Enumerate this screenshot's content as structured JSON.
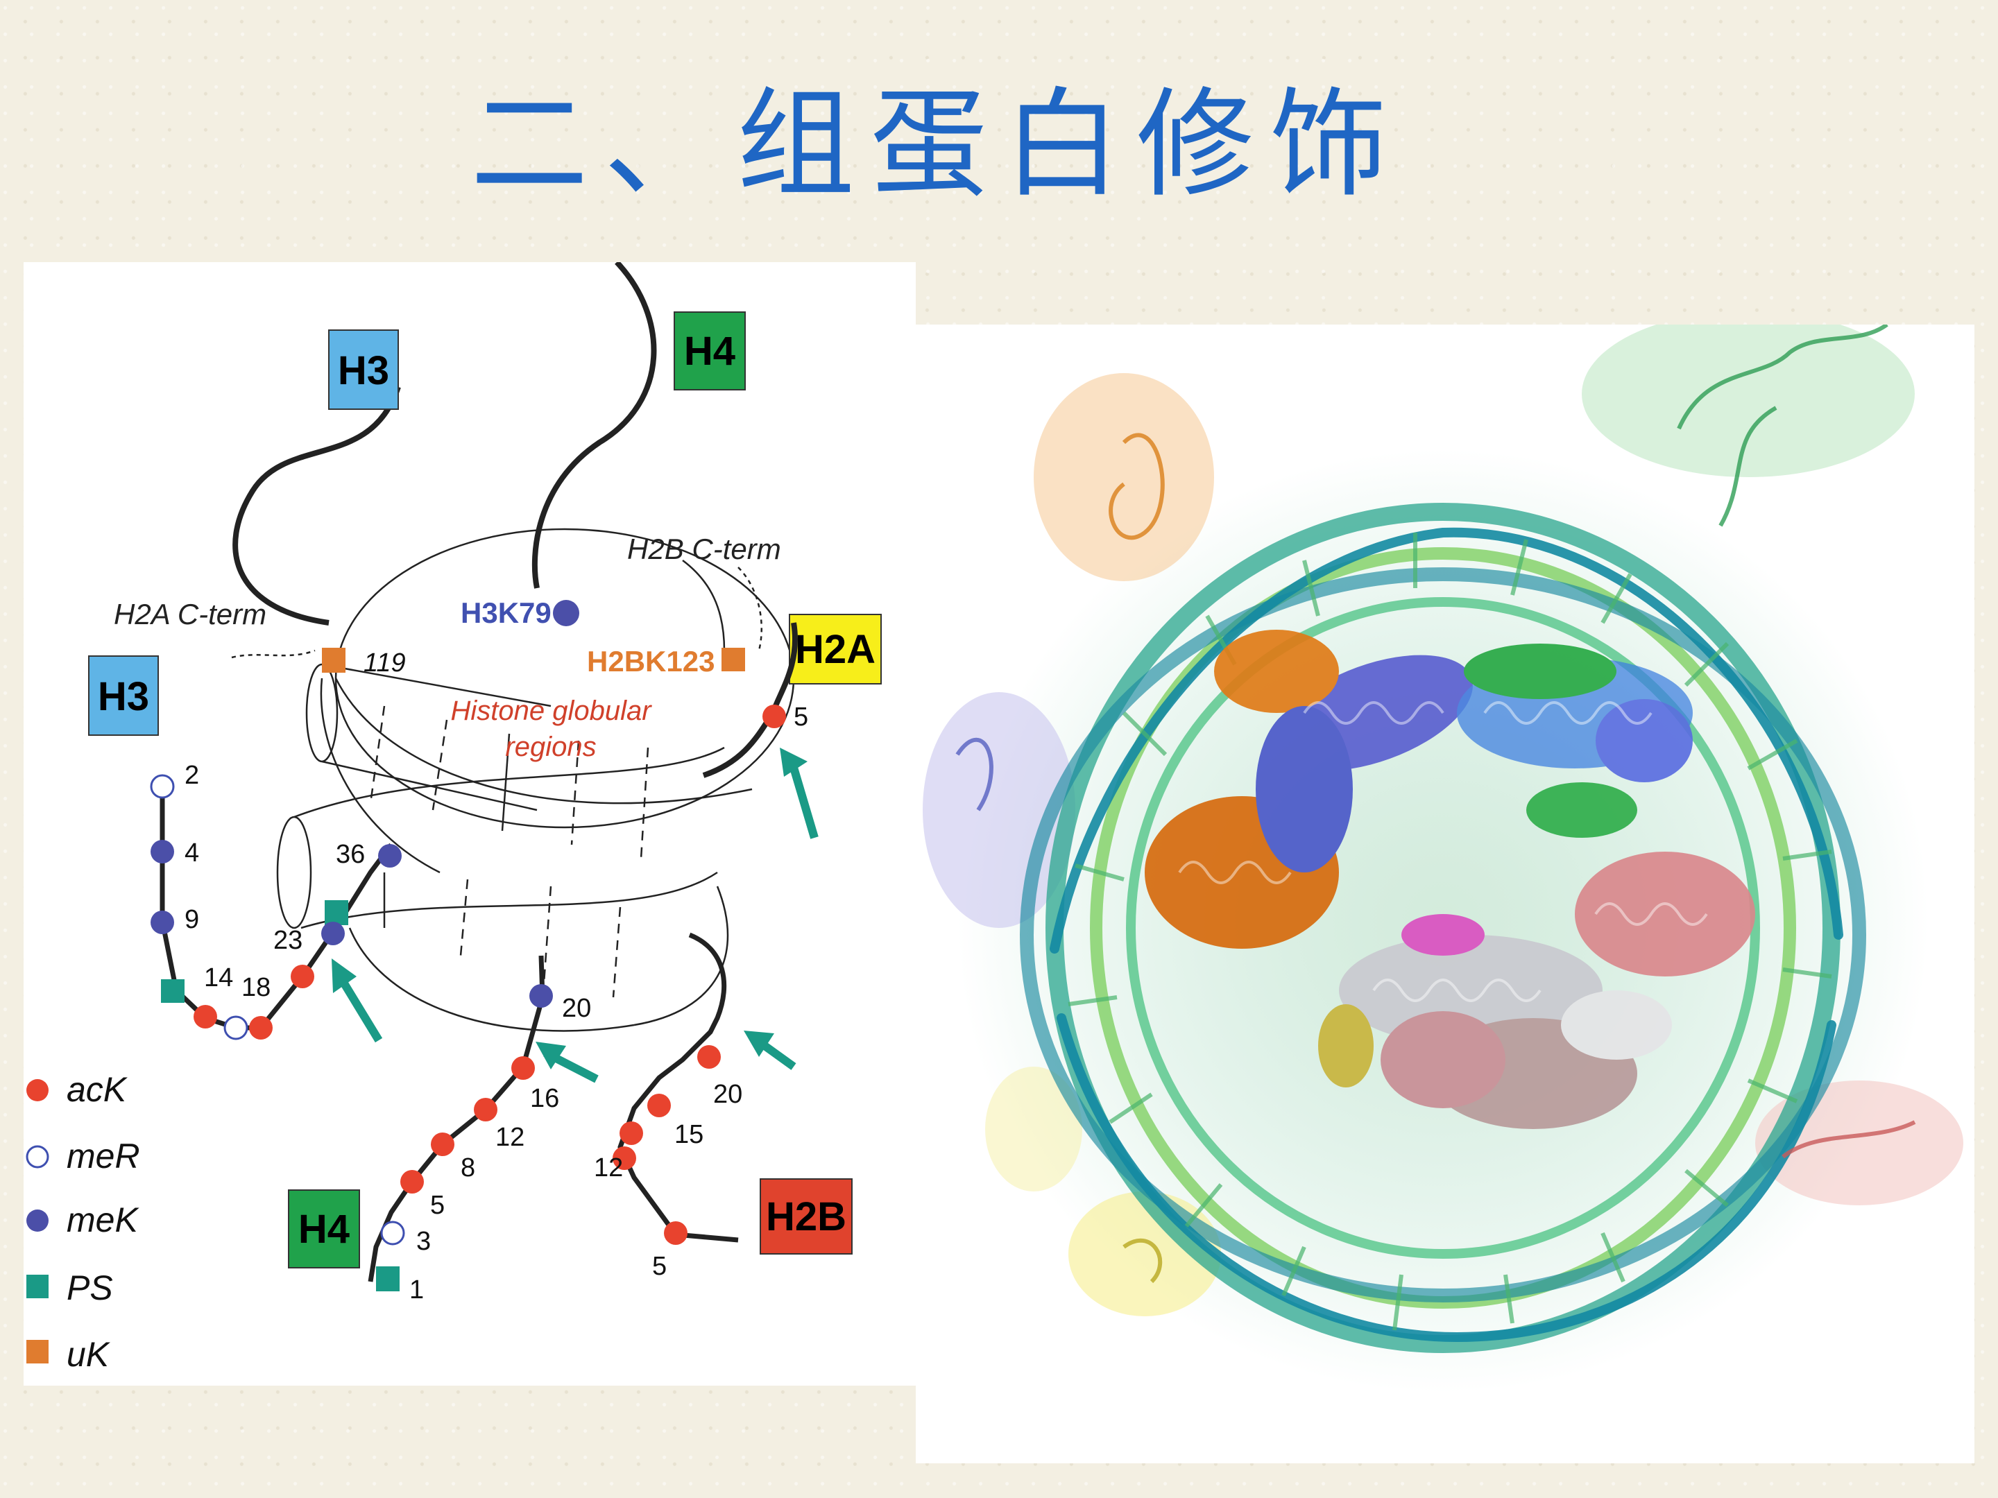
{
  "title": "二、组蛋白修饰",
  "diagram": {
    "boxes": {
      "h3_top": "H3",
      "h4_top": "H4",
      "h3_left": "H3",
      "h2a": "H2A",
      "h4_bottom": "H4",
      "h2b": "H2B"
    },
    "annotations": {
      "h2a_cterm": "H2A C-term",
      "h2b_cterm": "H2B C-term",
      "h3k79": "H3K79",
      "h2bk123": "H2BK123",
      "globular_line1": "Histone globular",
      "globular_line2": "regions"
    },
    "residues": {
      "r119": "119",
      "r5_h2a": "5",
      "r2": "2",
      "r4": "4",
      "r9": "9",
      "r14": "14",
      "r18": "18",
      "r23": "23",
      "r36": "36",
      "r20_h4": "20",
      "r16": "16",
      "r12_h4": "12",
      "r8": "8",
      "r5_h4": "5",
      "r3": "3",
      "r1": "1",
      "r20_h2b": "20",
      "r15": "15",
      "r12_h2b": "12",
      "r5_h2b": "5"
    },
    "legend": [
      {
        "symbol": "filled-red-circle",
        "label": "acK",
        "color": "#e8432e"
      },
      {
        "symbol": "open-blue-circle",
        "label": "meR",
        "color": "#3e4fb0"
      },
      {
        "symbol": "filled-blue-circle",
        "label": "meK",
        "color": "#4b4fa8"
      },
      {
        "symbol": "teal-square",
        "label": "PS",
        "color": "#1a9a86"
      },
      {
        "symbol": "orange-square",
        "label": "uK",
        "color": "#e07c2f"
      }
    ],
    "colors": {
      "h3": "#5fb4e6",
      "h4": "#20a24b",
      "h2a": "#f7ee1a",
      "h2b": "#e0432d",
      "title": "#1f66c4",
      "arrow": "#1a9a86"
    }
  },
  "structure_image": {
    "subject": "nucleosome-3d-structure"
  }
}
